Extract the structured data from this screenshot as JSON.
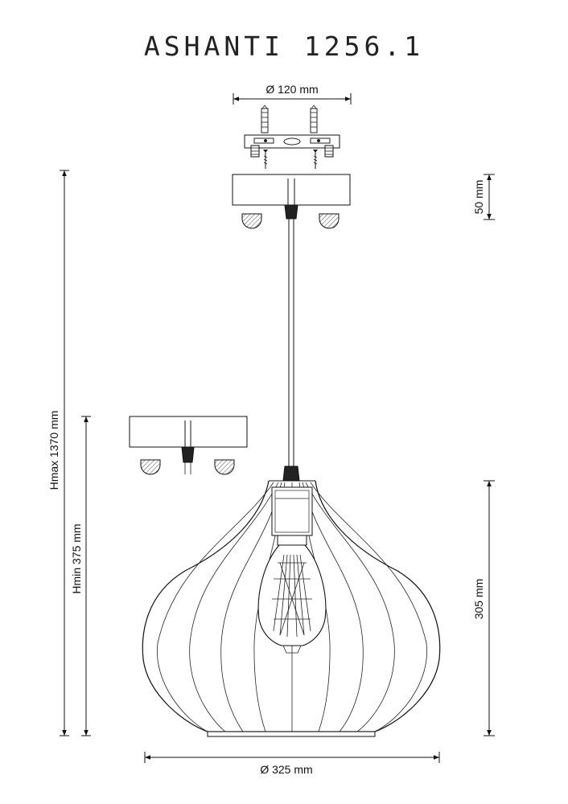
{
  "title": "ASHANTI  1256.1",
  "dimensions": {
    "canopy_diameter": "Ø 120 mm",
    "canopy_height": "50 mm",
    "hmax": "Hmax 1370 mm",
    "hmin": "Hmin 375 mm",
    "shade_height": "305 mm",
    "shade_diameter": "Ø 325 mm"
  }
}
